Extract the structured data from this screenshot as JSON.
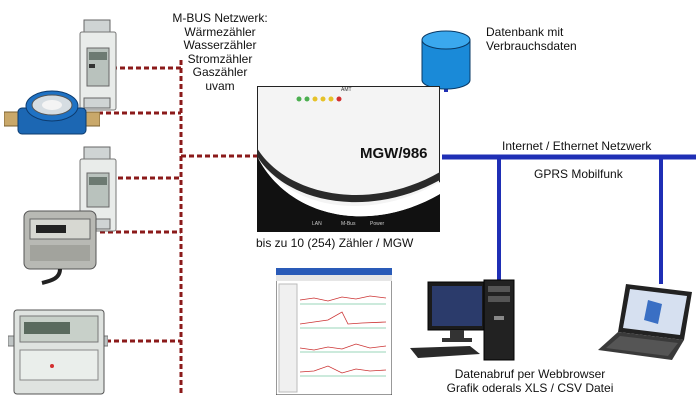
{
  "mbus": {
    "title": "M-BUS Netzwerk:",
    "items": [
      "Wärmezähler",
      "Wasserzähler",
      "Stromzähler",
      "Gaszähler",
      "uvam"
    ]
  },
  "database": {
    "line1": "Datenbank mit",
    "line2": "Verbrauchsdaten"
  },
  "gateway": {
    "model": "MGW/986",
    "top_label": "AMT",
    "bottom_ports": [
      "LAN",
      "M-Bus",
      "Power"
    ],
    "capacity": "bis zu 10 (254) Zähler / MGW"
  },
  "network": {
    "internet": "Internet / Ethernet Netzwerk",
    "gprs": "GPRS Mobilfunk"
  },
  "client": {
    "line1": "Datenabruf per Webbrowser",
    "line2": "Grafik oderals XLS / CSV Datei"
  },
  "colors": {
    "bus_red": "#8b1a1a",
    "ethernet_blue": "#1f2fb5",
    "database_blue": "#1a8ad8"
  }
}
